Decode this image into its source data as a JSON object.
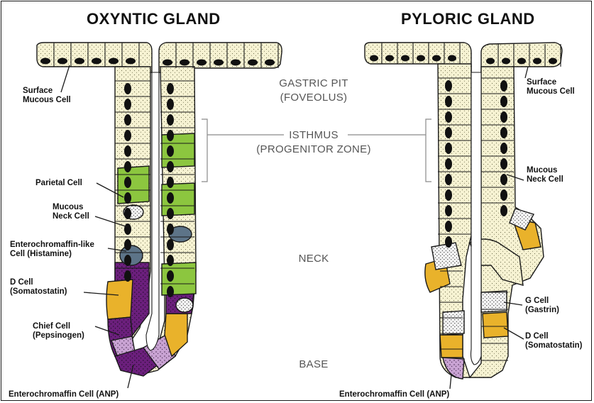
{
  "titles": {
    "oxyntic": "OXYNTIC GLAND",
    "pyloric": "PYLORIC GLAND"
  },
  "zones": {
    "pit_line1": "GASTRIC PIT",
    "pit_line2": "(FOVEOLUS)",
    "isthmus_line1": "ISTHMUS",
    "isthmus_line2": "(PROGENITOR ZONE)",
    "neck": "NECK",
    "base": "BASE"
  },
  "oxyntic_labels": {
    "surface_mucous_1": "Surface",
    "surface_mucous_2": "Mucous Cell",
    "parietal": "Parietal Cell",
    "mucous_neck_1": "Mucous",
    "mucous_neck_2": "Neck Cell",
    "ecl_1": "Enterochromaffin-like",
    "ecl_2": "Cell (Histamine)",
    "d_cell_1": "D Cell",
    "d_cell_2": "(Somatostatin)",
    "chief_1": "Chief Cell",
    "chief_2": "(Pepsinogen)",
    "ec": "Enterochromaffin Cell (ANP)"
  },
  "pyloric_labels": {
    "surface_mucous_1": "Surface",
    "surface_mucous_2": "Mucous Cell",
    "mucous_neck_1": "Mucous",
    "mucous_neck_2": "Neck Cell",
    "g_cell_1": "G Cell",
    "g_cell_2": "(Gastrin)",
    "d_cell_1": "D Cell",
    "d_cell_2": "(Somatostatin)",
    "ec": "Enterochromaffin Cell (ANP)"
  },
  "colors": {
    "mucous_cell": "#f6f2d2",
    "nucleus": "#111111",
    "parietal": "#8cc63f",
    "chief": "#6b1f7c",
    "d_cell": "#e9b22b",
    "enterochromaffin": "#c9a3d3",
    "ecl": "#5d7488",
    "outline": "#1a1a1a"
  }
}
